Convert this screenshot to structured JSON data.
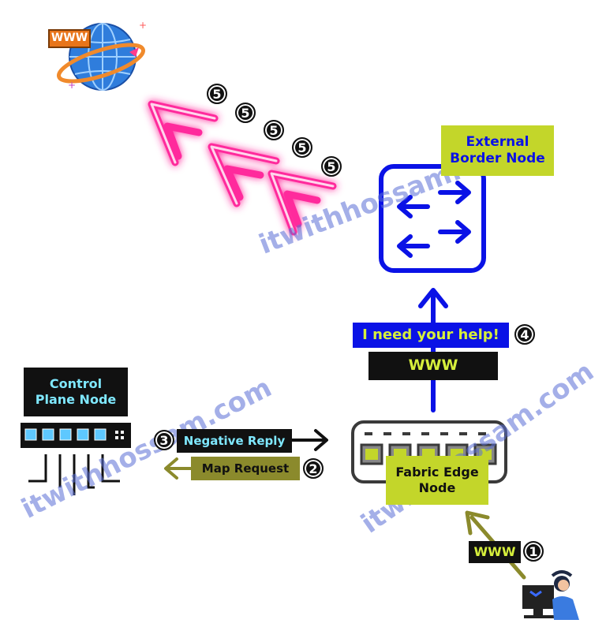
{
  "nodes": {
    "external_border": {
      "line1": "External",
      "line2": "Border Node"
    },
    "control_plane": {
      "line1": "Control",
      "line2": "Plane Node"
    },
    "fabric_edge": {
      "line1": "Fabric Edge",
      "line2": "Node"
    },
    "www_globe_label": "WWW"
  },
  "messages": {
    "help": "I need your help!",
    "www_up": "WWW",
    "negative_reply": "Negative Reply",
    "map_request": "Map Request",
    "www_user": "WWW"
  },
  "steps": {
    "s1": "1",
    "s2": "2",
    "s3": "3",
    "s4": "4",
    "s5": "5"
  },
  "watermark": "itwithhossam.com",
  "colors": {
    "blue": "#0a12e6",
    "lime": "#c3d62a",
    "olive": "#8b8a2c",
    "pink": "#ff2c9c",
    "black": "#111111",
    "help_text": "#d6ef3c",
    "cp_text": "#7fe8ff"
  }
}
